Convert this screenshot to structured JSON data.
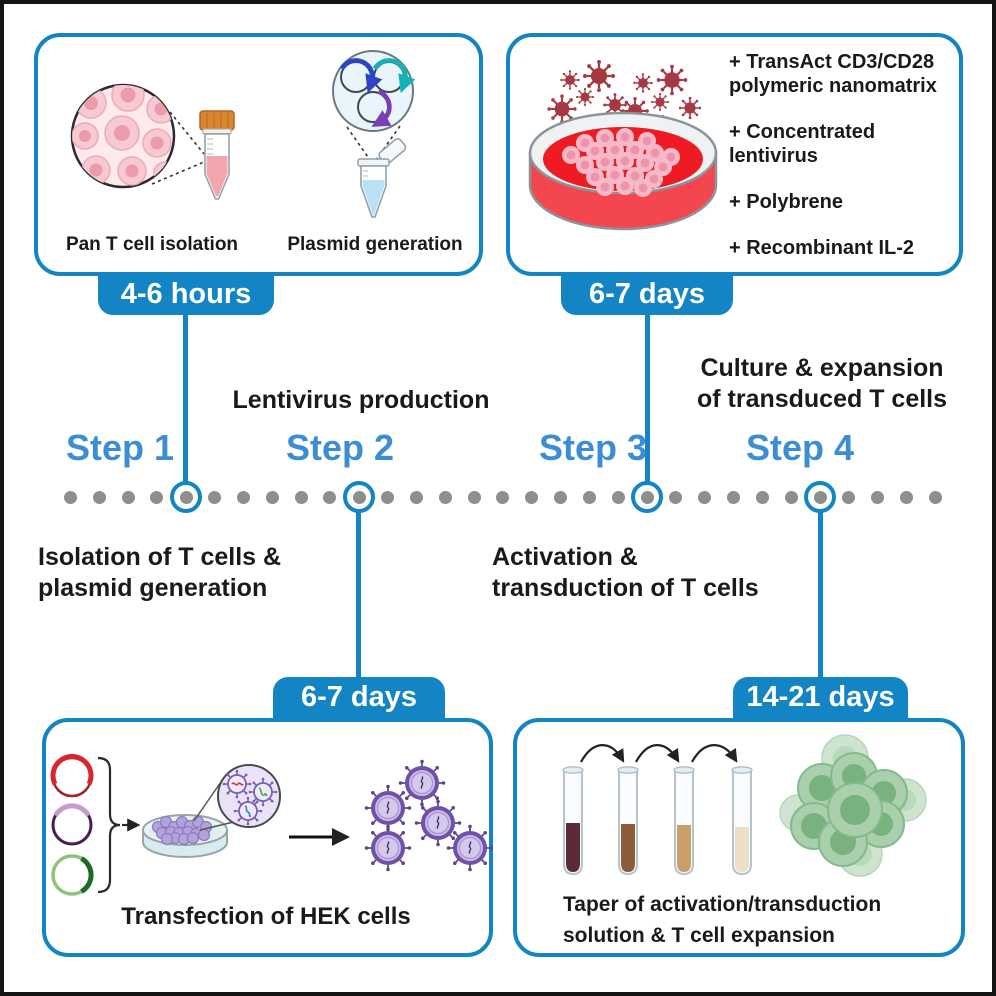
{
  "palette": {
    "accent_blue": "#1384c4",
    "step_label_blue": "#3c8ed3",
    "timeline_dot_gray": "#8e8e8e",
    "text_black": "#1a1a1a",
    "medium_red": "#ee1b24",
    "virus_dark_red": "#a53840",
    "lentivirus_purple": "#6f51a5",
    "t_cell_green": "#79b281"
  },
  "timeline": {
    "steps": [
      {
        "name": "Step 1",
        "caption_line1": "Isolation of T cells &",
        "caption_line2": "plasmid generation",
        "caption_position": "below"
      },
      {
        "name": "Step 2",
        "caption_line1": "Lentivirus production",
        "caption_line2": "",
        "caption_position": "above"
      },
      {
        "name": "Step 3",
        "caption_line1": "Activation &",
        "caption_line2": "transduction of T cells",
        "caption_position": "below"
      },
      {
        "name": "Step 4",
        "caption_line1": "Culture & expansion",
        "caption_line2": "of transduced T cells",
        "caption_position": "above"
      }
    ]
  },
  "panels": {
    "top_left": {
      "duration_badge": "4-6 hours",
      "captions": [
        {
          "label": "Pan T cell isolation"
        },
        {
          "label": "Plasmid generation"
        }
      ],
      "illustrations": [
        "t-cell-sample-magnifier",
        "conical-tube-blood-sample",
        "plasmid-trio-magnifier",
        "microcentrifuge-tube"
      ]
    },
    "top_right": {
      "duration_badge": "6-7 days",
      "additives": [
        "+ TransAct CD3/CD28 polymeric nanomatrix",
        "+ Concentrated lentivirus",
        "+ Polybrene",
        "+ Recombinant IL-2"
      ],
      "illustrations": [
        "petri-dish-red-medium-t-cells",
        "lentivirus-particles"
      ]
    },
    "bottom_left": {
      "duration_badge": "6-7 days",
      "caption": "Transfection of HEK cells",
      "illustrations": [
        "plasmid-red",
        "plasmid-purple",
        "plasmid-green",
        "hek-petri-dish",
        "virus-magnifier",
        "lentivirus-cluster"
      ]
    },
    "bottom_right": {
      "duration_badge": "14-21 days",
      "caption_line1": "Taper of activation/transduction",
      "caption_line2": "solution & T cell expansion",
      "illustrations": [
        "taper-test-tubes",
        "expanded-t-cell-cluster"
      ]
    }
  }
}
